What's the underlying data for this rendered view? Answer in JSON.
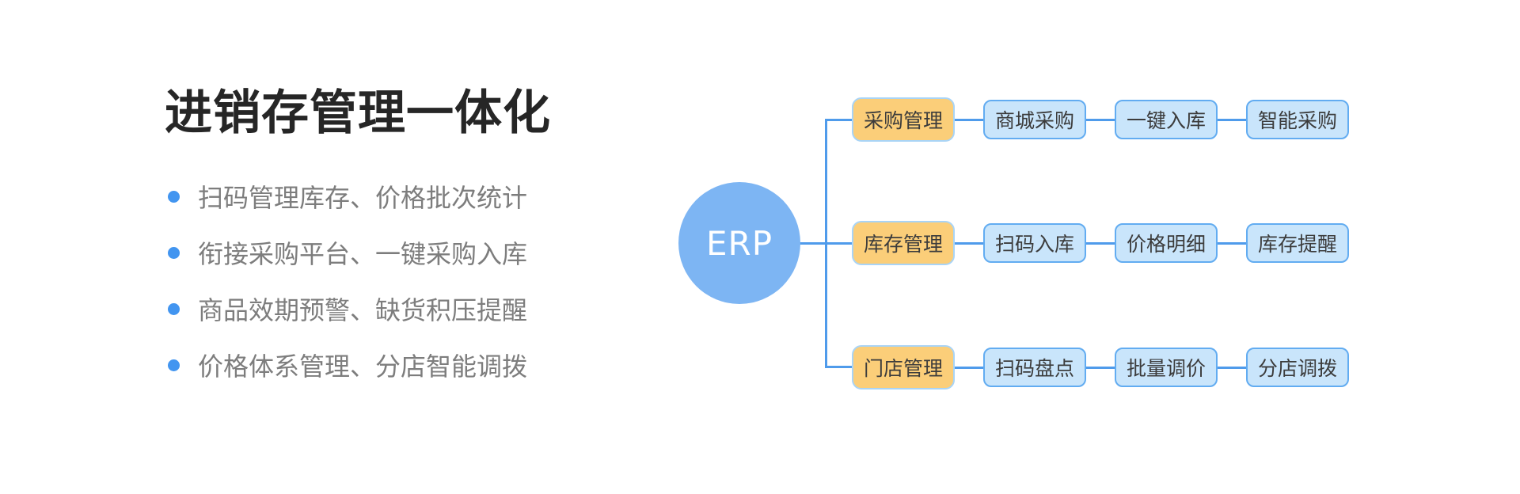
{
  "left_panel": {
    "title": "进销存管理一体化",
    "bullets": [
      {
        "label": "扫码管理库存、价格批次统计"
      },
      {
        "label": "衔接采购平台、一键采购入库"
      },
      {
        "label": "商品效期预警、缺货积压提醒"
      },
      {
        "label": "价格体系管理、分店智能调拨"
      }
    ]
  },
  "diagram": {
    "root": {
      "label": "ERP"
    },
    "rows": [
      {
        "parent": "采购管理",
        "children": [
          "商城采购",
          "一键入库",
          "智能采购"
        ]
      },
      {
        "parent": "库存管理",
        "children": [
          "扫码入库",
          "价格明细",
          "库存提醒"
        ]
      },
      {
        "parent": "门店管理",
        "children": [
          "扫码盘点",
          "批量调价",
          "分店调拨"
        ]
      }
    ]
  },
  "colors": {
    "accent_blue": "#4295f0",
    "connector_blue": "#4f9beb",
    "root_circle_fill": "#7db5f3",
    "parent_node_fill": "#fbce79",
    "parent_node_border": "#a9d4f6",
    "child_node_fill": "#c9e5fb",
    "child_node_border": "#62acf1",
    "title_text": "#262626",
    "bullet_text": "#7d7d7d",
    "node_text": "#3c3c3c"
  }
}
